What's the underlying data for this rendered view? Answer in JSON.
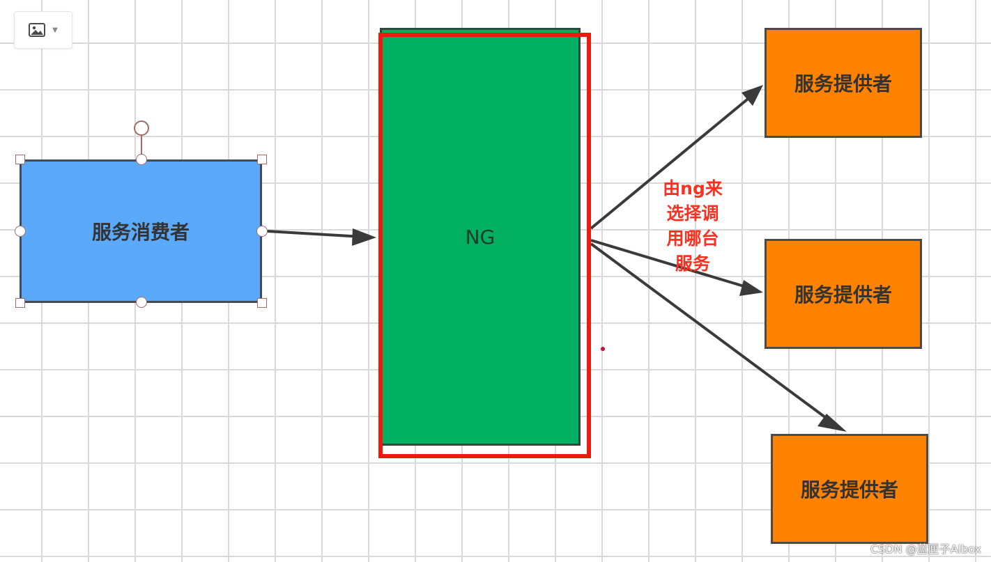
{
  "toolbar": {
    "image_button_icon": "image-icon",
    "dropdown_icon": "caret-down-icon"
  },
  "nodes": {
    "consumer": {
      "label": "服务消费者",
      "color": "#5aa9fb"
    },
    "ng": {
      "label": "NG",
      "color": "#00b060"
    },
    "providers": [
      {
        "label": "服务提供者",
        "color": "#ff8200"
      },
      {
        "label": "服务提供者",
        "color": "#ff8200"
      },
      {
        "label": "服务提供者",
        "color": "#ff8200"
      }
    ]
  },
  "annotation": {
    "lines": [
      "由ng来",
      "选择调",
      "用哪台",
      "服务"
    ],
    "color": "#ff3020"
  },
  "highlight_color": "#ee1a0d",
  "watermark": "CSDN @蓝匣子Albox"
}
